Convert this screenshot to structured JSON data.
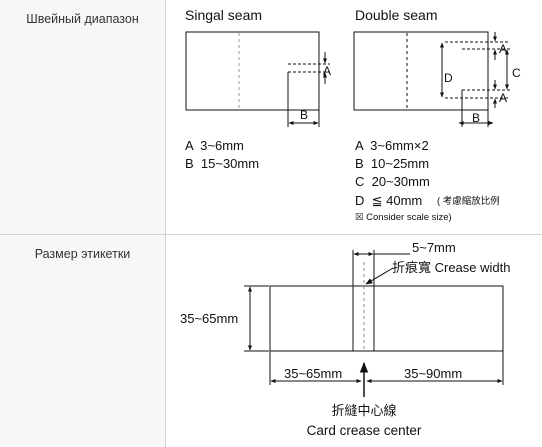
{
  "rows": [
    {
      "label": "Швейный диапазон"
    },
    {
      "label": "Размер этикетки"
    }
  ],
  "single": {
    "title": "Singal seam",
    "mark_a": "A",
    "mark_b": "B",
    "spec": [
      "A  3~6mm",
      "B  15~30mm"
    ]
  },
  "double": {
    "title": "Double seam",
    "mark_a": "A",
    "mark_c": "C",
    "mark_d": "D",
    "mark_b": "B",
    "spec": [
      "A  3~6mm×2",
      "B  10~25mm",
      "C  20~30mm",
      "D  ≦ 40mm"
    ],
    "scale_note_cn": "( 考慮縮放比例",
    "scale_note_en": "☒ Consider scale size)"
  },
  "label_size": {
    "crease_width": "5~7mm",
    "crease_label": "折痕寬 Crease width",
    "height": "35~65mm",
    "left_width": "35~65mm",
    "right_width": "35~90mm",
    "center_cn": "折縫中心線",
    "center_en": "Card crease center"
  }
}
